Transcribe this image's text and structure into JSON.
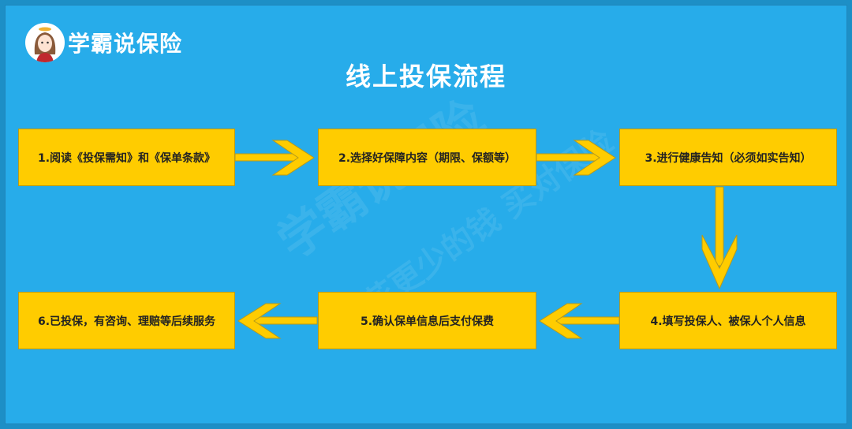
{
  "brand": {
    "name": "学霸说保险",
    "logo": "girl-avatar"
  },
  "title": "线上投保流程",
  "watermark": [
    "学霸说保险",
    "花更少的钱 买对保险"
  ],
  "colors": {
    "background": "#27acea",
    "box": "#ffcc00",
    "arrow": "#ffcc00",
    "title": "#ffffff"
  },
  "steps": [
    {
      "label": "1.阅读《投保需知》和《保单条款》"
    },
    {
      "label": "2.选择好保障内容（期限、保额等）"
    },
    {
      "label": "3.进行健康告知（必须如实告知）"
    },
    {
      "label": "4.填写投保人、被保人个人信息"
    },
    {
      "label": "5.确认保单信息后支付保费"
    },
    {
      "label": "6.已投保，有咨询、理赔等后续服务"
    }
  ]
}
